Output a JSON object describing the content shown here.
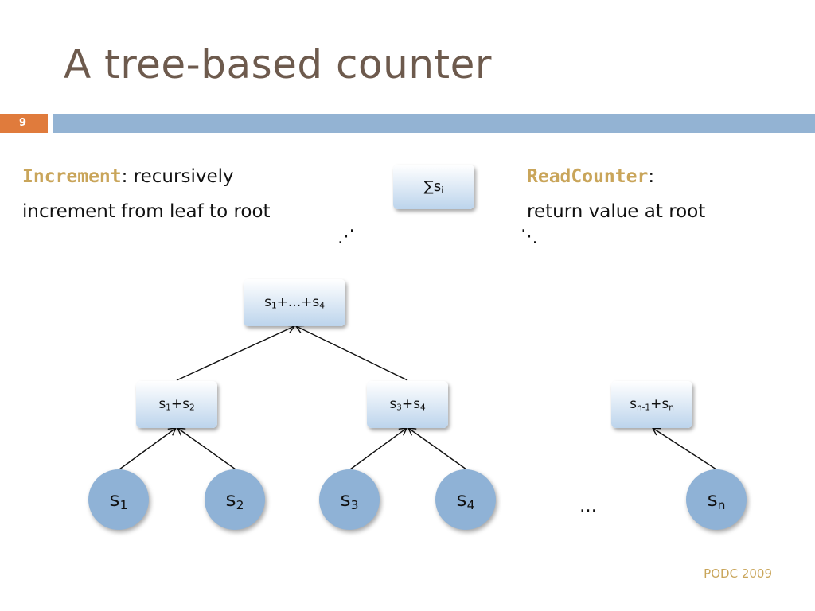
{
  "slide": {
    "title": "A tree-based counter",
    "number": "9",
    "footer": "PODC 2009"
  },
  "increment": {
    "keyword": "Increment",
    "line1": ": recursively",
    "line2": "increment from leaf to root"
  },
  "readcounter": {
    "keyword": "ReadCounter",
    "line1": ":",
    "line2": "return value at root"
  },
  "top_box": {
    "sym": "∑",
    "var": "s",
    "sub": "i"
  },
  "dots": {
    "left": "⋰",
    "right": "⋱",
    "leaves": "…"
  },
  "root_node": {
    "a": "s",
    "a_sub": "1",
    "mid": "+...+",
    "b": "s",
    "b_sub": "4"
  },
  "internal_nodes": [
    {
      "a": "s",
      "a_sub": "1",
      "op": "+",
      "b": "s",
      "b_sub": "2"
    },
    {
      "a": "s",
      "a_sub": "3",
      "op": "+",
      "b": "s",
      "b_sub": "4"
    },
    {
      "a": "s",
      "a_sub": "n-1",
      "op": "+",
      "b": "s",
      "b_sub": "n"
    }
  ],
  "leaves": [
    {
      "var": "s",
      "sub": "1"
    },
    {
      "var": "s",
      "sub": "2"
    },
    {
      "var": "s",
      "sub": "3"
    },
    {
      "var": "s",
      "sub": "4"
    },
    {
      "var": "s",
      "sub": "n"
    }
  ],
  "colors": {
    "title": "#6d5a4d",
    "keyword": "#c9a55a",
    "slide_number_bg": "#e07b3c",
    "header_bar": "#93b3d3",
    "leaf_fill": "#8fb2d6"
  }
}
